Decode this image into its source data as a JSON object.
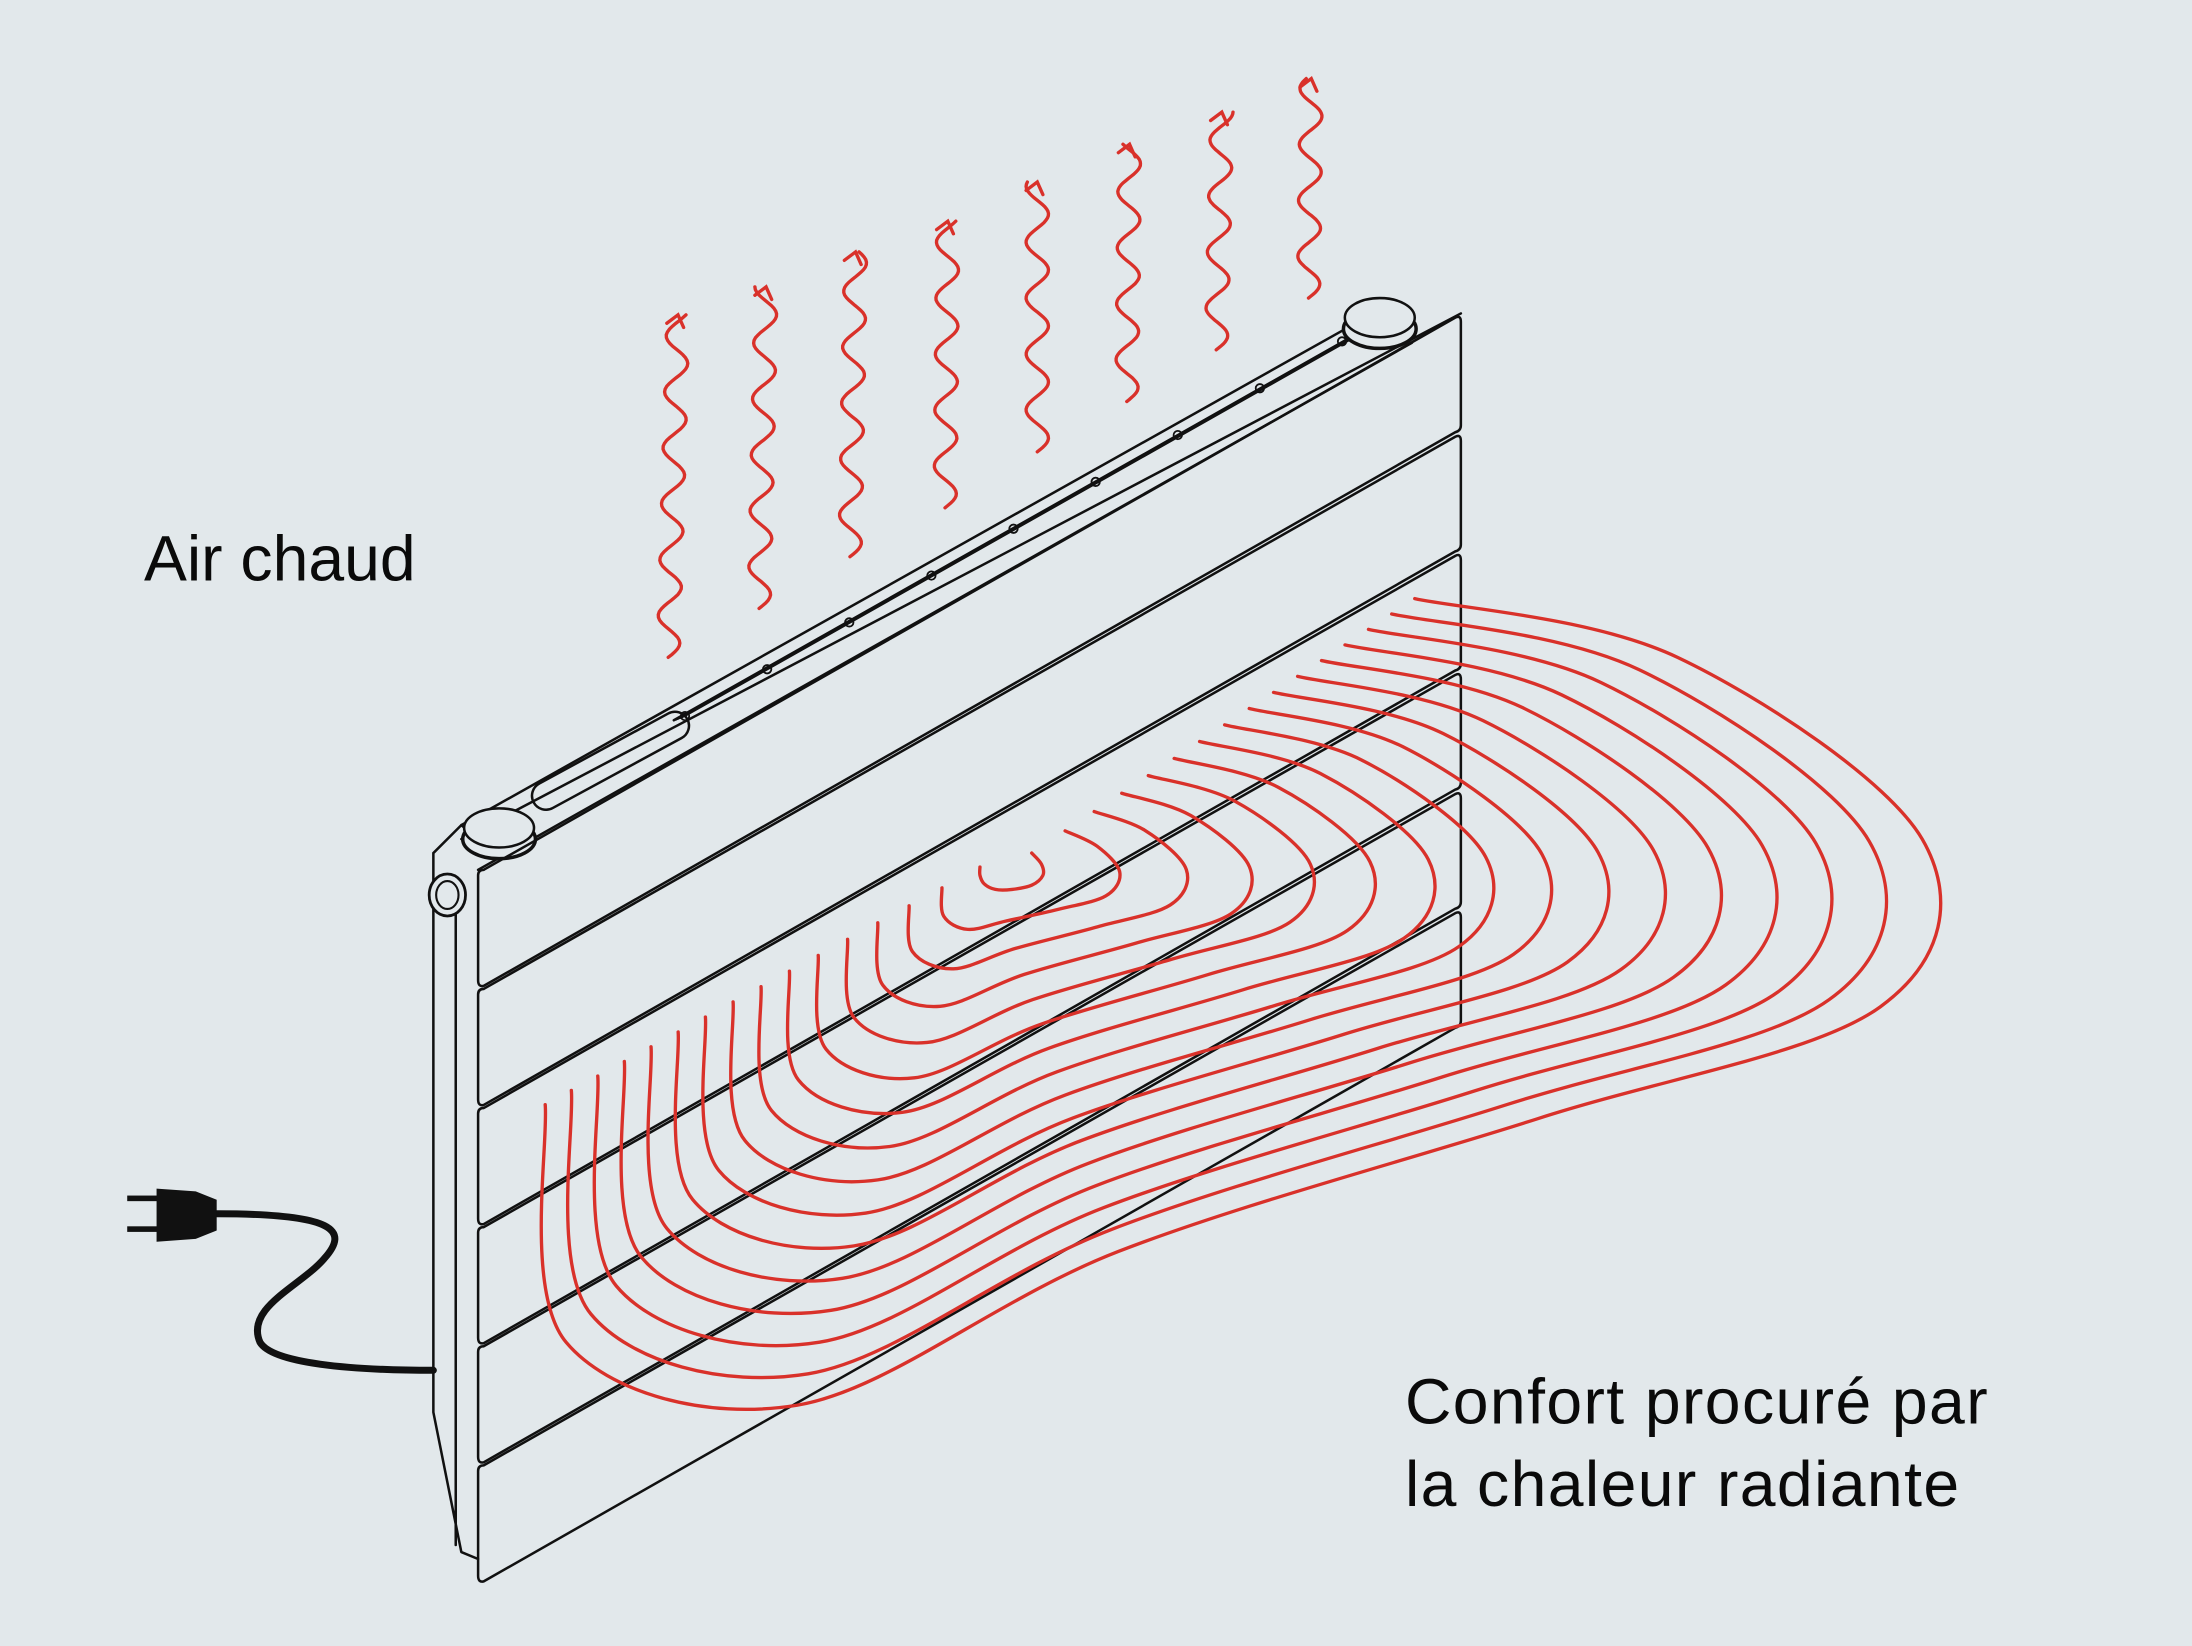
{
  "labels": {
    "hot_air": "Air chaud",
    "radiant_line1": "Confort procuré par",
    "radiant_line2": "la chaleur radiante"
  },
  "colors": {
    "background": "#e2e8eb",
    "heat": "#d9312a",
    "line": "#111111"
  },
  "icons": [
    "electric-plug-icon",
    "hot-air-wave-icon",
    "radiant-heat-contour-icon"
  ]
}
